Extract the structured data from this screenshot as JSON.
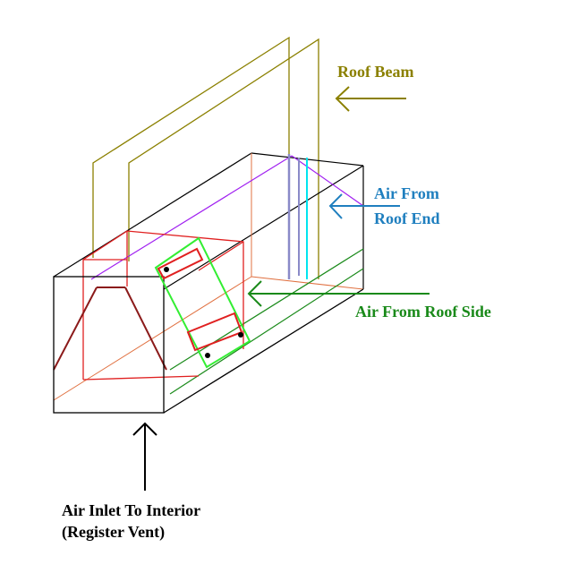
{
  "labels": {
    "roof_beam": "Roof Beam",
    "air_from_roof_end_1": "Air From",
    "air_from_roof_end_2": "Roof End",
    "air_from_roof_side": "Air From Roof Side",
    "air_inlet_1": "Air Inlet To Interior",
    "air_inlet_2": "(Register Vent)"
  },
  "colors": {
    "roof_beam": "#8b8000",
    "air_from_roof_end": "#1f7fbf",
    "air_from_roof_side": "#1a8a1a",
    "air_inlet": "#000000",
    "box_outline": "#000000",
    "frame_red": "#e02020",
    "funnel": "#8b1a1a",
    "purple_line": "#a020f0",
    "floor_line": "#e07040",
    "damper_green": "#33ee33",
    "cyan_line": "#00e5ee",
    "lavender_line": "#8a8ac8"
  }
}
